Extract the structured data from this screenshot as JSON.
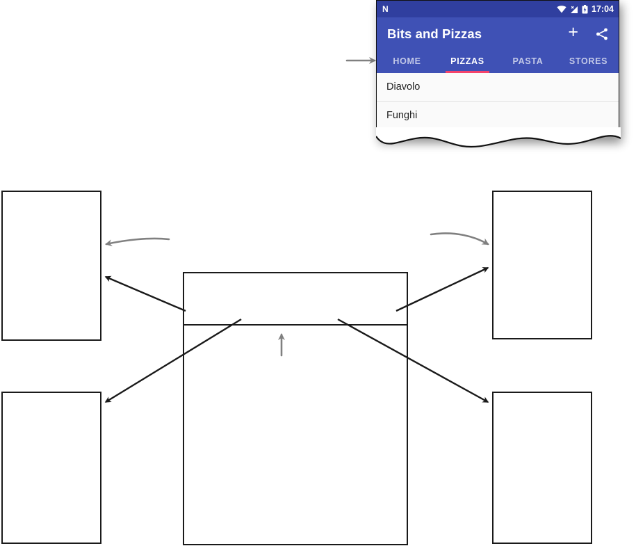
{
  "screenshot": {
    "status_bar": {
      "os_logo": "N",
      "clock": "17:04",
      "icons": [
        "wifi-icon",
        "signal-icon",
        "battery-icon"
      ]
    },
    "app_bar": {
      "title": "Bits and Pizzas",
      "actions": [
        {
          "name": "add-icon",
          "glyph": "+"
        },
        {
          "name": "share-icon",
          "glyph": "share"
        }
      ]
    },
    "tabs": [
      {
        "label": "HOME",
        "active": false
      },
      {
        "label": "PIZZAS",
        "active": true
      },
      {
        "label": "PASTA",
        "active": false
      },
      {
        "label": "STORES",
        "active": false
      }
    ],
    "list_items": [
      {
        "label": "Diavolo"
      },
      {
        "label": "Funghi"
      }
    ]
  },
  "colors": {
    "app_bar": "#3F51B5",
    "status_bar": "#303F9F",
    "tab_indicator": "#F4436C",
    "tab_inactive_text": "#C3C9E8",
    "list_background": "#FAFAFA",
    "annotation_arrow": "#808080",
    "connector_arrow": "#1A1A1A",
    "box_border": "#1A1A1A"
  },
  "diagram": {
    "boxes": [
      {
        "name": "box-top-left",
        "text": ""
      },
      {
        "name": "box-bottom-left",
        "text": ""
      },
      {
        "name": "box-center",
        "text": ""
      },
      {
        "name": "box-top-right",
        "text": ""
      },
      {
        "name": "box-bottom-right",
        "text": ""
      }
    ],
    "annotation_arrows": [
      {
        "name": "arrow-to-tabbar",
        "direction": "right"
      },
      {
        "name": "arrow-to-top-left-box",
        "direction": "left"
      },
      {
        "name": "arrow-to-top-right-box",
        "direction": "right"
      },
      {
        "name": "arrow-to-center-box",
        "direction": "up"
      }
    ],
    "connectors": [
      {
        "name": "connector-center-to-top-left",
        "from": "box-center",
        "to": "box-top-left"
      },
      {
        "name": "connector-center-to-top-right",
        "from": "box-center",
        "to": "box-top-right"
      },
      {
        "name": "connector-center-to-bottom-left",
        "from": "box-center",
        "to": "box-bottom-left"
      },
      {
        "name": "connector-center-to-bottom-right",
        "from": "box-center",
        "to": "box-bottom-right"
      }
    ]
  }
}
